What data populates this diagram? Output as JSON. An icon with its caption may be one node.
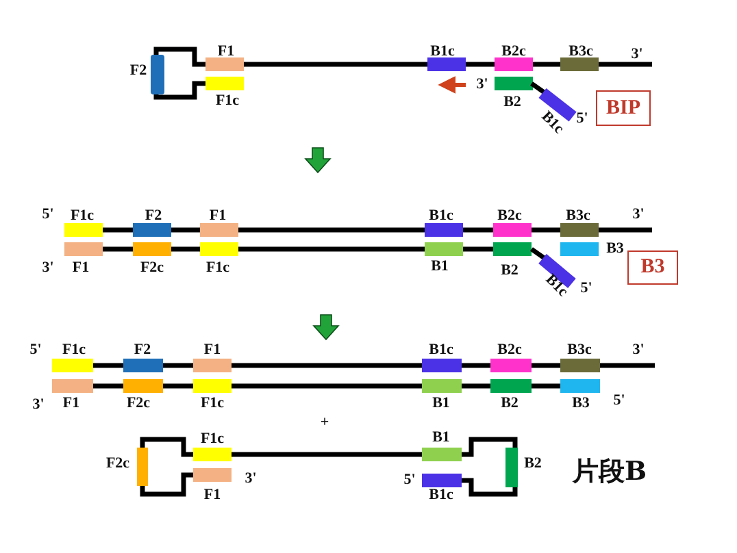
{
  "diagram": {
    "nodes": [
      {
        "text": [
          "BIP"
        ]
      },
      {
        "text": [
          "B3"
        ]
      }
    ],
    "labels": [
      "F1",
      "B1c",
      "B2c",
      "B3c",
      "3'",
      "F2",
      "3'",
      "F1c",
      "B2",
      "B1c",
      "5'",
      "5'",
      "F1c",
      "F2",
      "F1",
      "B1c",
      "B2c",
      "B3c",
      "3'",
      "B3",
      "3'",
      "F1",
      "F2c",
      "F1c",
      "B1",
      "B2",
      "B1c",
      "5'",
      "5'",
      "F1c",
      "F2",
      "F1",
      "B1c",
      "B2c",
      "B3c",
      "3'",
      "3'",
      "F1",
      "F2c",
      "F1c",
      "B1",
      "B2",
      "B3",
      "5'",
      "+",
      "F1c",
      "B1",
      "F2c",
      "B2",
      "片段B",
      "3'",
      "5'",
      "F1",
      "B1c"
    ]
  }
}
